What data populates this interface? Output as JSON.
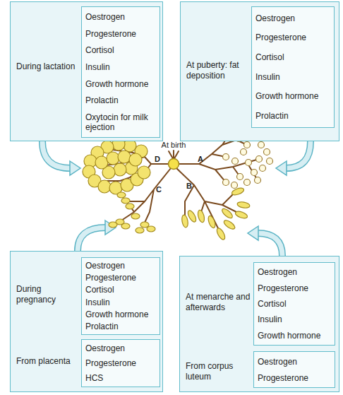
{
  "diagram": {
    "nodes": [
      {
        "text": [
          "During lactation"
        ]
      },
      {
        "text": [
          "Oestrogen",
          "Progesterone",
          "Cortisol",
          "Insulin",
          "Growth hormone",
          "Prolactin",
          "Oxytocin for milk ejection"
        ],
        "in": 0
      },
      {
        "text": [
          "At puberty: fat deposition"
        ]
      },
      {
        "text": [
          "Oestrogen",
          "Progesterone",
          "Cortisol",
          "Insulin",
          "Growth hormone",
          "Prolactin"
        ],
        "in": 2
      },
      {
        "text": [
          "During pregnancy",
          "From placenta"
        ]
      },
      {
        "text": [
          "Oestrogen",
          "Progesterone",
          "Cortisol",
          "Insulin",
          "Growth hormone",
          "Prolactin"
        ],
        "in": 4
      },
      {
        "text": [
          "Oestrogen",
          "Progesterone",
          "HCS"
        ],
        "in": 4
      },
      {
        "text": [
          "At menarche and afterwards",
          "From corpus luteum"
        ]
      },
      {
        "text": [
          "Oestrogen",
          "Progesterone",
          "Cortisol",
          "Insulin",
          "Growth hormone"
        ],
        "in": 7
      },
      {
        "text": [
          "Oestrogen",
          "Progesterone"
        ],
        "in": 7
      }
    ],
    "labels": [
      "At birth",
      "D",
      "A",
      "C",
      "B"
    ]
  }
}
